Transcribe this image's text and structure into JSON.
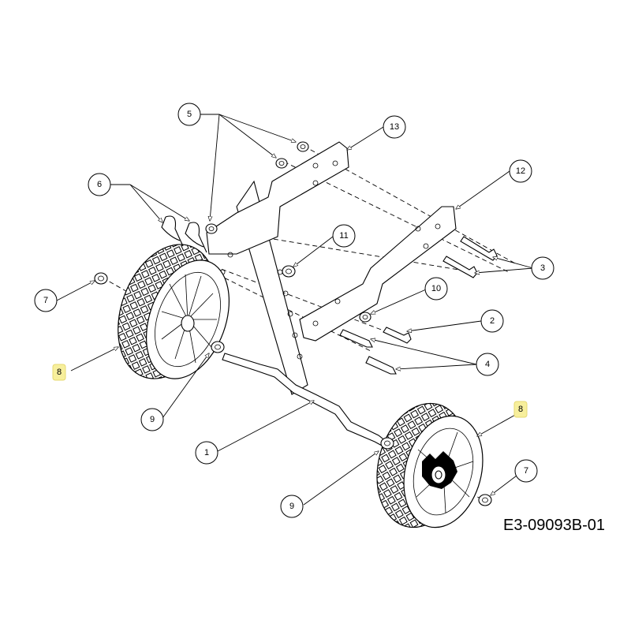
{
  "drawing_code": "E3-09093B-01",
  "callouts": {
    "c1": "1",
    "c2": "2",
    "c3": "3",
    "c4": "4",
    "c5": "5",
    "c6": "6",
    "c7a": "7",
    "c7b": "7",
    "c8a": "8",
    "c8b": "8",
    "c9a": "9",
    "c9b": "9",
    "c10": "10",
    "c11": "11",
    "c12": "12",
    "c13": "13"
  },
  "highlight_color": "#f7ef9c"
}
